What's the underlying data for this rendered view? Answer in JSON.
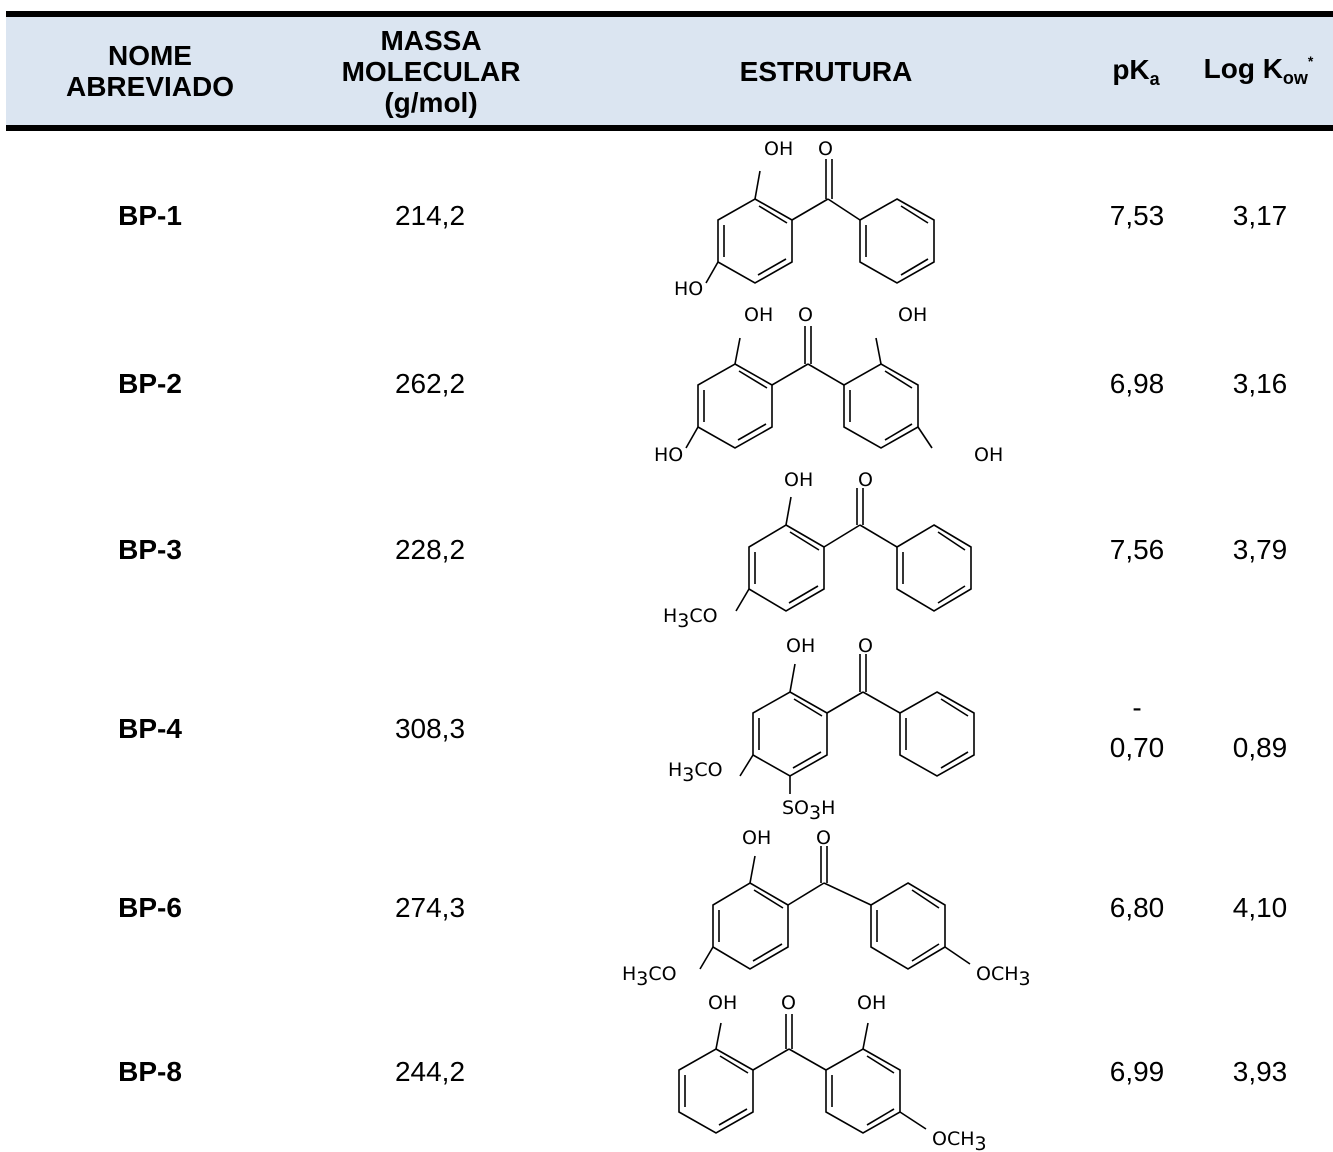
{
  "table": {
    "headers": {
      "name": [
        "NOME",
        "ABREVIADO"
      ],
      "mass": [
        "MASSA",
        "MOLECULAR",
        "(g/mol)"
      ],
      "structure": "ESTRUTURA",
      "pka_main": "pK",
      "pka_sub": "a",
      "logkow_main": "Log K",
      "logkow_sub": "ow",
      "logkow_sup": "*"
    },
    "rows": [
      {
        "name": "BP-1",
        "mass": "214,2",
        "pka": "7,53",
        "logkow": "3,17"
      },
      {
        "name": "BP-2",
        "mass": "262,2",
        "pka": "6,98",
        "logkow": "3,16"
      },
      {
        "name": "BP-3",
        "mass": "228,2",
        "pka": "7,56",
        "logkow": "3,79"
      },
      {
        "name": "BP-4",
        "mass": "308,3",
        "pka_sign": "-",
        "pka": "0,70",
        "logkow": "0,89"
      },
      {
        "name": "BP-6",
        "mass": "274,3",
        "pka": "6,80",
        "logkow": "4,10"
      },
      {
        "name": "BP-8",
        "mass": "244,2",
        "pka": "6,99",
        "logkow": "3,93"
      }
    ]
  },
  "structure_labels": {
    "oh": "OH",
    "o": "O",
    "ho": "HO",
    "h3co_h": "H",
    "h3co_3": "3",
    "h3co_co": "CO",
    "och3_och": "OCH",
    "och3_3": "3",
    "so3h_so": "SO",
    "so3h_3": "3",
    "so3h_h": "H"
  }
}
